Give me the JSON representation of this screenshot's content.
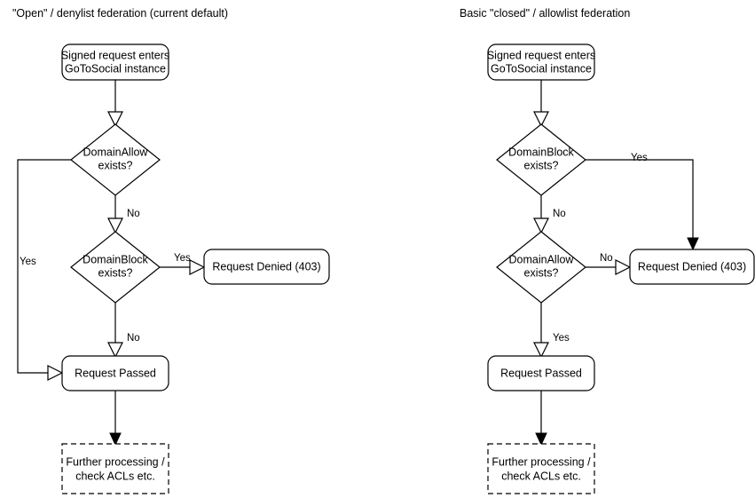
{
  "diagram": {
    "type": "flowchart",
    "background": "#ffffff",
    "stroke_color": "#000000",
    "text_color": "#000000",
    "panels": [
      {
        "id": "open-denylist",
        "title": "\"Open\" / denylist federation (current default)",
        "nodes": {
          "entry": "Signed request enters\nGoToSocial instance",
          "entry_line1": "Signed request enters",
          "entry_line2": "GoToSocial instance",
          "decision1_line1": "DomainAllow",
          "decision1_line2": "exists?",
          "decision2_line1": "DomainBlock",
          "decision2_line2": "exists?",
          "denied": "Request Denied (403)",
          "passed": "Request Passed",
          "further_line1": "Further processing /",
          "further_line2": "check ACLs etc."
        },
        "edge_labels": {
          "allow_yes": "Yes",
          "allow_no": "No",
          "block_yes": "Yes",
          "block_no": "No"
        }
      },
      {
        "id": "closed-allowlist",
        "title": "Basic \"closed\" / allowlist federation",
        "nodes": {
          "entry_line1": "Signed request enters",
          "entry_line2": "GoToSocial instance",
          "decision1_line1": "DomainBlock",
          "decision1_line2": "exists?",
          "decision2_line1": "DomainAllow",
          "decision2_line2": "exists?",
          "denied": "Request Denied (403)",
          "passed": "Request Passed",
          "further_line1": "Further processing /",
          "further_line2": "check ACLs etc."
        },
        "edge_labels": {
          "block_yes": "Yes",
          "block_no": "No",
          "allow_no": "No",
          "allow_yes": "Yes"
        }
      }
    ]
  }
}
